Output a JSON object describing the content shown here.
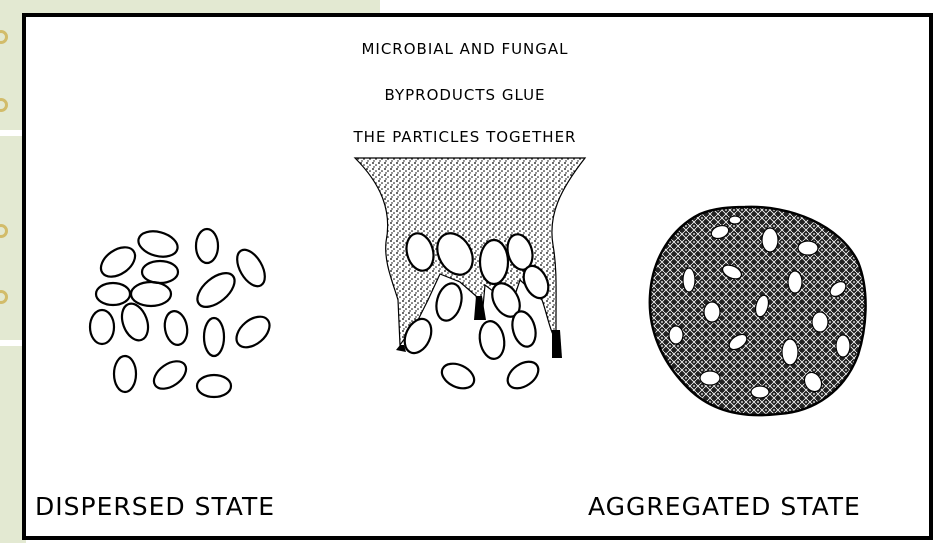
{
  "diagram": {
    "caption_lines": [
      "MICROBIAL AND FUNGAL",
      "BYPRODUCTS GLUE",
      "THE PARTICLES TOGETHER"
    ],
    "left_label": "DISPERSED STATE",
    "right_label": "AGGREGATED STATE"
  },
  "colors": {
    "frame": "#e3e9d2",
    "ring": "#d2bc6a",
    "ink": "#000000",
    "paper": "#ffffff"
  }
}
